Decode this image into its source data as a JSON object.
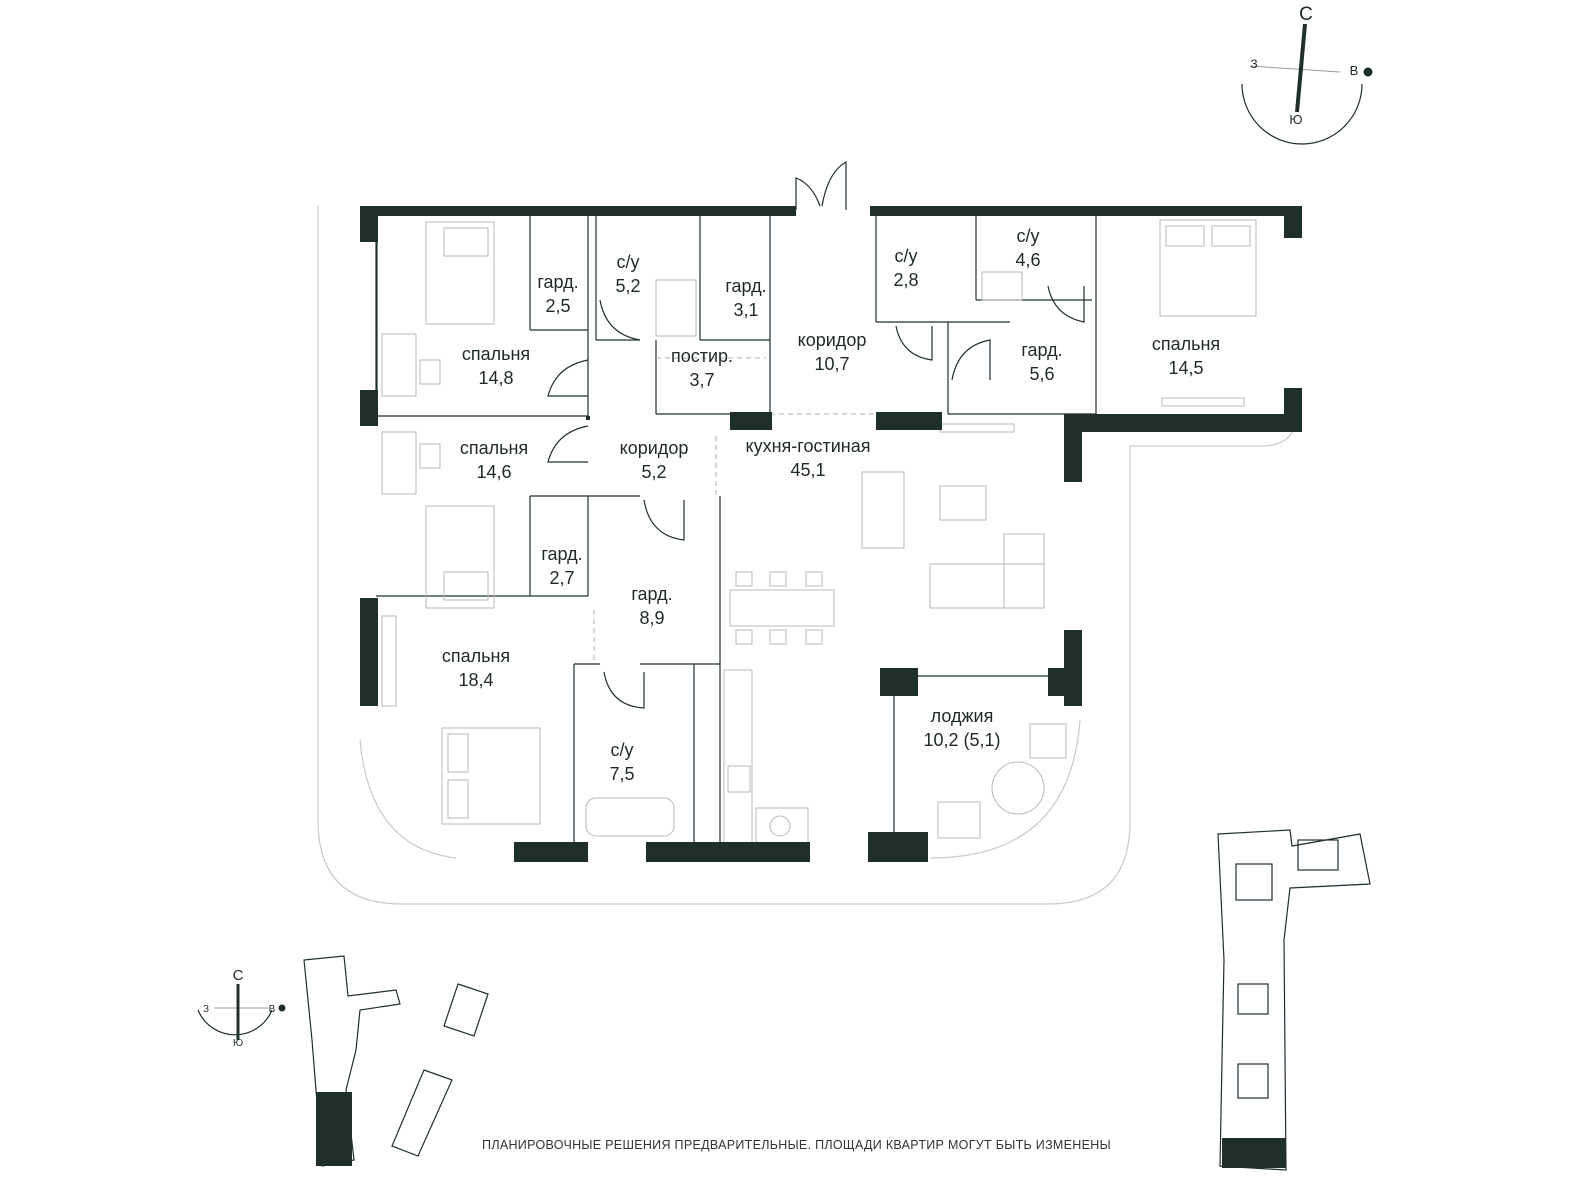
{
  "compass_main": {
    "north": "С",
    "south": "Ю",
    "west": "З",
    "east": "В"
  },
  "compass_small": {
    "north": "С",
    "south": "Ю",
    "west": "З",
    "east": "В"
  },
  "rooms": [
    {
      "id": "bedroom-nw",
      "name": "спальня",
      "area": "14,8"
    },
    {
      "id": "wardrobe-1",
      "name": "гард.",
      "area": "2,5"
    },
    {
      "id": "bathroom-1",
      "name": "с/у",
      "area": "5,2"
    },
    {
      "id": "wardrobe-2",
      "name": "гард.",
      "area": "3,1"
    },
    {
      "id": "laundry",
      "name": "постир.",
      "area": "3,7"
    },
    {
      "id": "corridor-n",
      "name": "коридор",
      "area": "10,7"
    },
    {
      "id": "bathroom-2",
      "name": "с/у",
      "area": "2,8"
    },
    {
      "id": "bathroom-3",
      "name": "с/у",
      "area": "4,6"
    },
    {
      "id": "wardrobe-3",
      "name": "гард.",
      "area": "5,6"
    },
    {
      "id": "bedroom-ne",
      "name": "спальня",
      "area": "14,5"
    },
    {
      "id": "bedroom-w",
      "name": "спальня",
      "area": "14,6"
    },
    {
      "id": "corridor-w",
      "name": "коридор",
      "area": "5,2"
    },
    {
      "id": "kitchen-living",
      "name": "кухня-гостиная",
      "area": "45,1"
    },
    {
      "id": "wardrobe-4",
      "name": "гард.",
      "area": "2,7"
    },
    {
      "id": "wardrobe-5",
      "name": "гард.",
      "area": "8,9"
    },
    {
      "id": "bedroom-sw",
      "name": "спальня",
      "area": "18,4"
    },
    {
      "id": "bathroom-4",
      "name": "с/у",
      "area": "7,5"
    },
    {
      "id": "loggia",
      "name": "лоджия",
      "area": "10,2 (5,1)"
    }
  ],
  "disclaimer": "ПЛАНИРОВОЧНЫЕ РЕШЕНИЯ ПРЕДВАРИТЕЛЬНЫЕ. ПЛОЩАДИ КВАРТИР МОГУТ БЫТЬ ИЗМЕНЕНЫ",
  "colors": {
    "wall": "#1f302b",
    "text": "#1e2a27",
    "furniture": "#b9b9b9"
  }
}
